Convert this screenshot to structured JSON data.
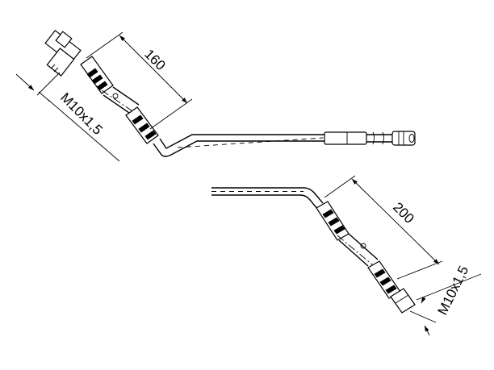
{
  "upper_hose": {
    "length_label": "160",
    "thread_label": "M10x1,5"
  },
  "lower_hose": {
    "length_label": "200",
    "thread_label": "M10x1,5"
  }
}
